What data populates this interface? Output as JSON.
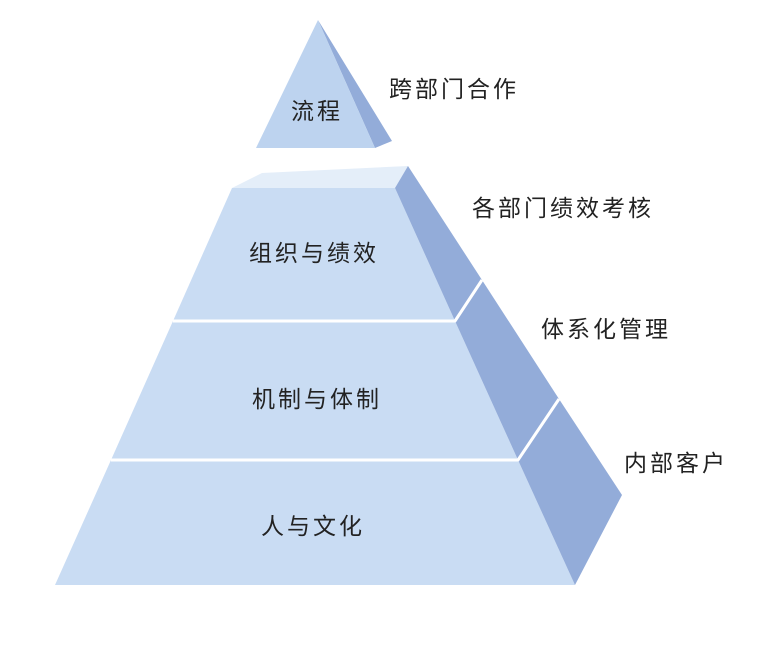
{
  "diagram": {
    "tiers": [
      {
        "label": "流程",
        "side_label": "跨部门合作"
      },
      {
        "label": "组织与绩效",
        "side_label": "各部门绩效考核"
      },
      {
        "label": "机制与体制",
        "side_label": "体系化管理"
      },
      {
        "label": "人与文化",
        "side_label": "内部客户"
      }
    ],
    "colors": {
      "front": "#c9dcf3",
      "front_tip": "#bdd3ef",
      "side": "#93acd9",
      "top": "#e4eef9",
      "divider": "#ffffff",
      "text": "#222222"
    }
  }
}
